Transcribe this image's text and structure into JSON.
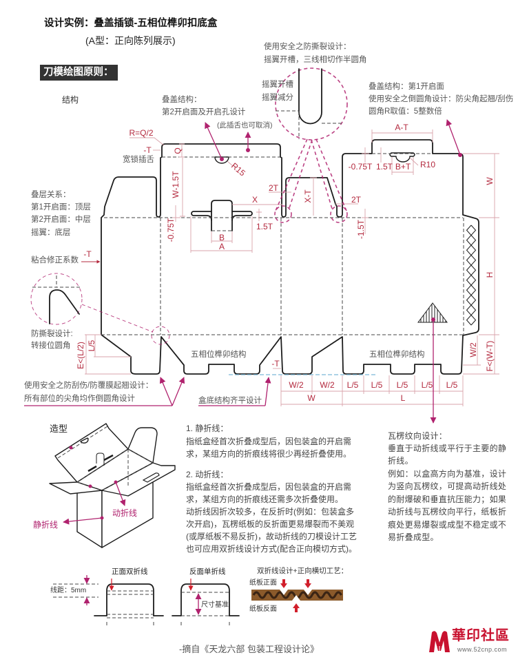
{
  "header": {
    "title": "设计实例：叠盖插锁-五相位榫卯扣底盒",
    "subtitle": "(A型：正向陈列展示)",
    "section_label": "刀模绘图原则：",
    "structure_label": "结构"
  },
  "annotations": {
    "anti_tear_slot": [
      "使用安全之防撕裂设计：",
      "摇翼开槽，三线相切作半圆角"
    ],
    "slot_detail": [
      "摇翼开槽",
      "摇翼减分"
    ],
    "lid_first": [
      "叠盖结构：第1开启面",
      "使用安全之倒圆角设计：防尖角起翘/刮伤",
      "圆角R取值：5整数倍"
    ],
    "lid_second": [
      "叠盖结构：",
      "第2开启面及开启孔设计",
      "(此插舌也可取消)"
    ],
    "tuck_lock": "宽锁插舌",
    "layers": [
      "叠层关系：",
      "第1开启面：顶层",
      "第2开启面：中层",
      "摇翼：底层"
    ],
    "glue_correction": "粘合修正系数",
    "anti_tear_corner": [
      "防撕裂设计:",
      "转接位圆角"
    ],
    "safety_corners": [
      "使用安全之防刮伤/防覆膜起翘设计：",
      "所有部位的尖角均作倒圆角设计"
    ],
    "bottom_flush": "盒底结构齐平设计",
    "tenon_left": "五相位榫卯结构",
    "tenon_right": "五相位榫卯结构"
  },
  "dimensions": {
    "r_half_q": "R=Q/2",
    "tuck_minus_t": "-T",
    "q": "Q",
    "w_minus_1_5t": "W-1.5T",
    "r15": "R15",
    "left_minus_0_75t": "-0.75T",
    "b": "B",
    "a": "A",
    "x": "X",
    "left_1_5t": "1.5T",
    "left_2t": "2T",
    "x_minus_t": "X-T",
    "right_2t": "2T",
    "minus_1_5t": "-1.5T",
    "a_minus_t": "A-T",
    "right_minus_0_75t": "-0.75T",
    "right_1_5t": "1.5T",
    "b_plus_t": "B+T",
    "r10": "R10",
    "glue_minus_t": "-T",
    "side_w": "W",
    "side_h": "H",
    "side_w_half": "W/2",
    "side_f": "F<(W-T)",
    "left_l5": "L/5",
    "left_e": "E<(L/2)",
    "bottom_minus_t": "-T",
    "bottom_row1": [
      "W/2",
      "W/2",
      "L/5",
      "L/5",
      "L/5",
      "L/5",
      "L/5"
    ],
    "bottom_row2": [
      "W",
      "L"
    ]
  },
  "shape": {
    "title": "造型",
    "static_fold": "静折线",
    "dynamic_fold": "动折线"
  },
  "fold_notes": {
    "static_title": "1. 静折线：",
    "static_lines": [
      "指纸盒经首次折叠成型后，因包装盒的开启需",
      "求，某组方向的折痕线将很少再经折叠使用。"
    ],
    "dynamic_title": "2. 动折线：",
    "dynamic_lines": [
      "指纸盒经首次折叠成型后，因包装盒的开启需",
      "求，某组方向的折痕线还需多次折叠使用。",
      "动折线因折次较多，在反折时(例如：包装盒多",
      "次开启)，瓦楞纸板的反折面更易爆裂而不美观",
      "(或厚纸板不易反折)，故动折线的刀模设计工艺",
      "也可应用双折线设计方式(配合正向模切方式)。"
    ]
  },
  "flute_notes": {
    "title": "瓦楞纹向设计：",
    "lines": [
      "垂直于动折线或平行于主要的静",
      "折线。",
      "例如：以盒高方向为基准，设计",
      "为竖向瓦楞纹，可提高动折线处",
      "的耐爆破和垂直抗压能力；如果",
      "动折线与瓦楞纹向平行，纸板折",
      "痕处更易爆裂或成型不稳定或不",
      "易折叠成型。"
    ]
  },
  "crease": {
    "front_double": "正面双折线",
    "back_single": "反面单折线",
    "line_spacing": "线距：5mm",
    "size_reference": "尺寸基准",
    "process_title": "双折线设计+正向横切工艺：",
    "board_front": "纸板正面",
    "board_back": "纸板反面"
  },
  "footer": {
    "source": "-摘自《天龙六部 包装工程设计论》"
  },
  "watermark": {
    "name": "華印社區",
    "url": "www.52cnp.com"
  },
  "colors": {
    "dim-text": "#b3283d",
    "dim-line": "#d9a3ab",
    "accent": "#b0226e",
    "cut": "#1c1c1c",
    "label-bg": "#333333",
    "flush": "#7ab8d8",
    "board": "#8b5a2b",
    "flute": "#3a2414",
    "logo": "#c8102e",
    "arrow-red": "#d11f2b"
  }
}
